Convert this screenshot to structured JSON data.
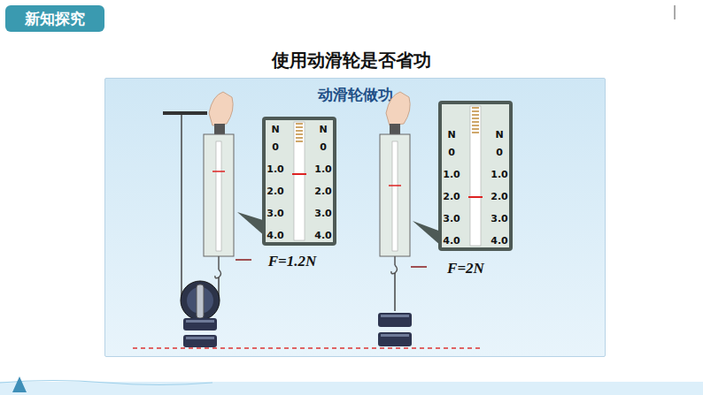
{
  "diagram": {
    "title": "使用动滑轮是否省功",
    "nodes": [
      {
        "text": [
          "新知探究"
        ]
      },
      {
        "text": [
          "动滑轮做功"
        ]
      }
    ],
    "labels": [
      "F=1.2N",
      "F=2N",
      "N",
      "N",
      "0",
      "0",
      "1.0",
      "1.0",
      "2.0",
      "2.0",
      "3.0",
      "3.0",
      "4.0",
      "4.0",
      "N",
      "N",
      "0",
      "0",
      "1.0",
      "1.0",
      "2.0",
      "2.0",
      "3.0",
      "3.0",
      "4.0",
      "4.0"
    ]
  }
}
